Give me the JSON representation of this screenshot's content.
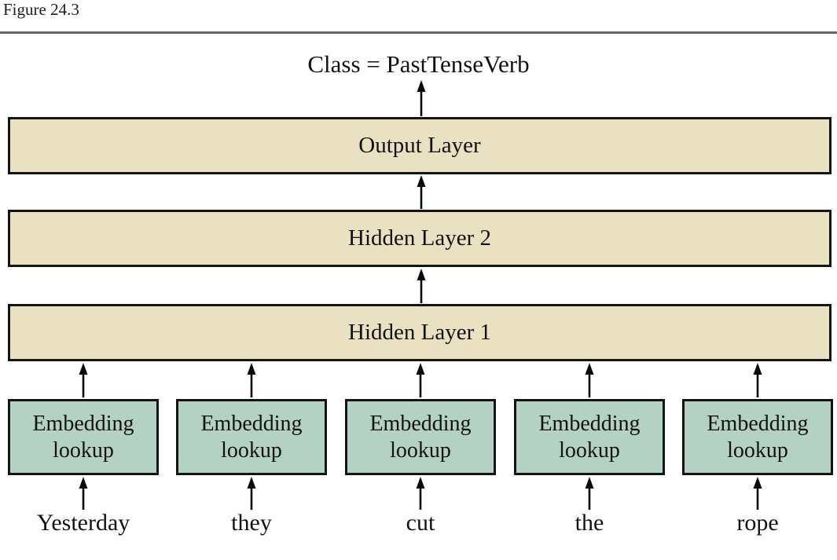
{
  "figure": {
    "label": "Figure 24.3",
    "class_label": "Class = PastTenseVerb"
  },
  "layers": [
    {
      "id": "output",
      "label": "Output Layer"
    },
    {
      "id": "hidden2",
      "label": "Hidden Layer 2"
    },
    {
      "id": "hidden1",
      "label": "Hidden Layer 1"
    }
  ],
  "embedding_boxes": [
    {
      "label": "Embedding\nlookup"
    },
    {
      "label": "Embedding\nlookup"
    },
    {
      "label": "Embedding\nlookup"
    },
    {
      "label": "Embedding\nlookup"
    },
    {
      "label": "Embedding\nlookup"
    }
  ],
  "input_words": [
    "Yesterday",
    "they",
    "cut",
    "the",
    "rope"
  ],
  "colors": {
    "layer_fill": "#EAE0C2",
    "embedding_fill": "#B4D2C3",
    "box_border": "#141414",
    "rule_line": "#666666",
    "text": "#121212",
    "background": "#FFFFFF"
  }
}
